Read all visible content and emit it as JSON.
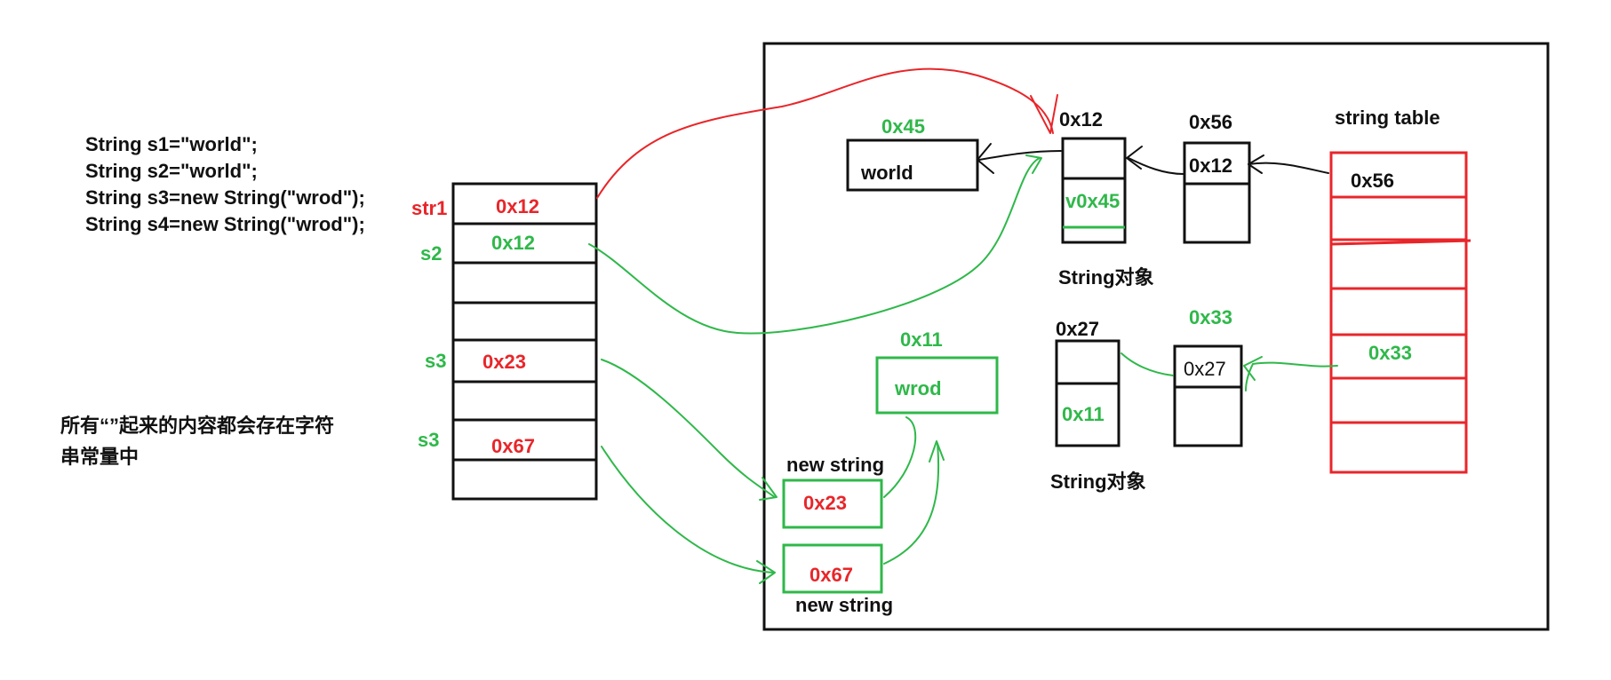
{
  "code_lines": [
    "String s1=\"world\";",
    "String s2=\"world\";",
    "String s3=new String(\"wrod\");",
    "String s4=new String(\"wrod\");"
  ],
  "note_lines": [
    "所有“”起来的内容都会存在字符",
    "串常量中"
  ],
  "stack": {
    "labels": {
      "str1": "str1",
      "s2": "s2",
      "s3a": "s3",
      "s3b": "s3"
    },
    "values": {
      "str1": "0x12",
      "s2": "0x12",
      "s3": "0x23",
      "s4": "0x67"
    }
  },
  "heap": {
    "world_addr": "0x45",
    "world_text": "world",
    "obj1_addr": "0x12",
    "obj1_value": "v0x45",
    "obj1_caption": "String对象",
    "arr1_addr": "0x56",
    "arr1_value": "0x12",
    "wrod_addr": "0x11",
    "wrod_text": "wrod",
    "obj2_addr": "0x27",
    "obj2_value": "0x11",
    "obj2_caption": "String对象",
    "arr2_addr": "0x33",
    "arr2_value": "0x27",
    "new1_caption": "new string",
    "new1_value": "0x23",
    "new2_caption": "new string",
    "new2_value": "0x67"
  },
  "string_table": {
    "title": "string table",
    "entry1": "0x56",
    "entry2": "0x33"
  },
  "colors": {
    "ink": "#111111",
    "red": "#e8262a",
    "green": "#2fb84a"
  }
}
